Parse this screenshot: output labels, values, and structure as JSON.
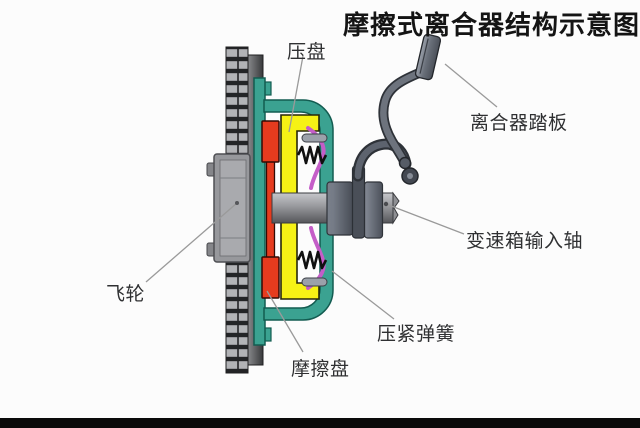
{
  "title": "摩擦式离合器结构示意图",
  "labels": {
    "pressure_plate": "压盘",
    "clutch_pedal": "离合器踏板",
    "input_shaft": "变速箱输入轴",
    "spring": "压紧弹簧",
    "friction_disc": "摩擦盘",
    "flywheel": "飞轮"
  },
  "colors": {
    "cover_teal": "#3ba291",
    "cover_teal_outline": "#135c51",
    "pressure_plate_yellow": "#f6f215",
    "pressure_plate_outline": "#26270a",
    "friction_disc_red": "#e63b1e",
    "friction_disc_outline": "#340b04",
    "release_lever_magenta": "#c45ec8",
    "spring_black": "#101010",
    "metal_dark": "#4a4f58",
    "metal_light": "#97989c",
    "leader_line": "#9a9a9a",
    "text": "#2f3032",
    "footer_bar": "#0a0a0a",
    "background": "#fcfcfc"
  }
}
